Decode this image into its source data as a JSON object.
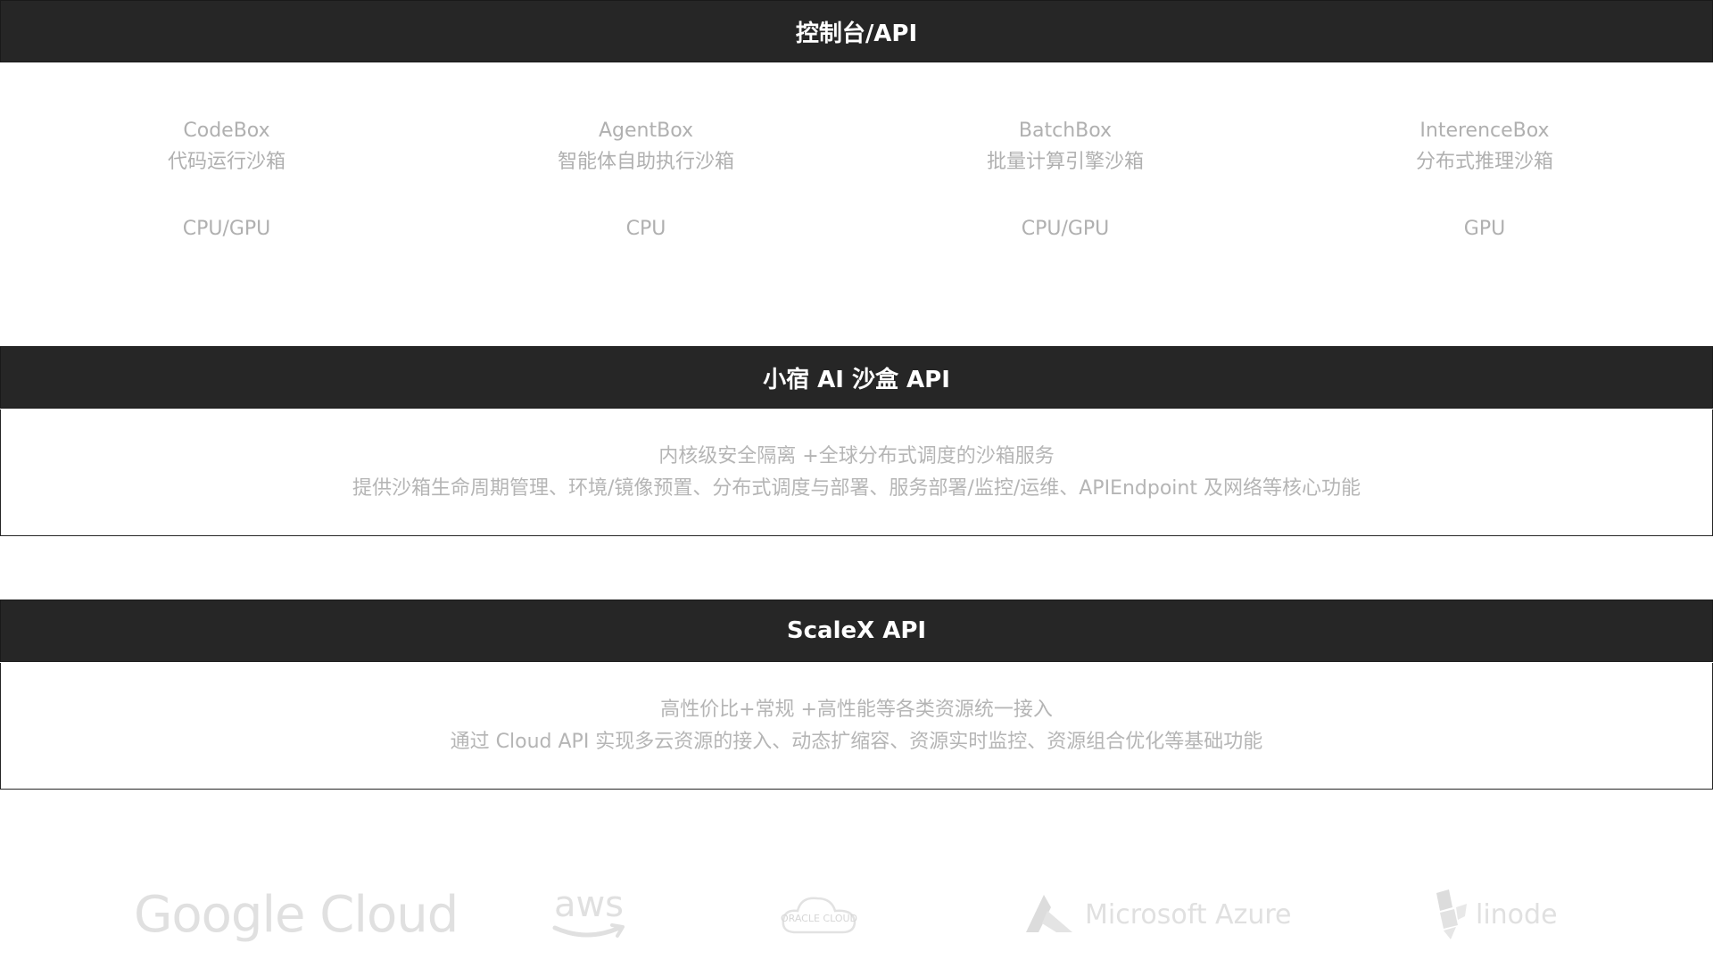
{
  "console_bar": {
    "title": "控制台/API"
  },
  "sandbox_types": [
    {
      "name": "CodeBox",
      "desc": "代码运行沙箱",
      "hardware": "CPU/GPU"
    },
    {
      "name": "AgentBox",
      "desc": "智能体自助执行沙箱",
      "hardware": "CPU"
    },
    {
      "name": "BatchBox",
      "desc": "批量计算引擎沙箱",
      "hardware": "CPU/GPU"
    },
    {
      "name": "InterenceBox",
      "desc": "分布式推理沙箱",
      "hardware": "GPU"
    }
  ],
  "sandbox_api": {
    "title": "小宿 AI 沙盒 API",
    "line1": "内核级安全隔离 +全球分布式调度的沙箱服务",
    "line2": "提供沙箱生命周期管理、环境/镜像预置、分布式调度与部署、服务部署/监控/运维、APIEndpoint 及网络等核心功能"
  },
  "scalex_api": {
    "title": "ScaleX API",
    "line1": "高性价比+常规 +高性能等各类资源统一接入",
    "line2": "通过 Cloud API 实现多云资源的接入、动态扩缩容、资源实时监控、资源组合优化等基础功能"
  },
  "cloud_logos": {
    "google": "Google Cloud",
    "aws": "aws",
    "oracle": "ORACLE CLOUD",
    "azure": "Microsoft Azure",
    "linode": "linode"
  },
  "colors": {
    "bar_background": "#262626",
    "bar_text": "#ffffff",
    "muted_text": "#b0b0b0",
    "logo_gray": "#e0e0e0"
  }
}
